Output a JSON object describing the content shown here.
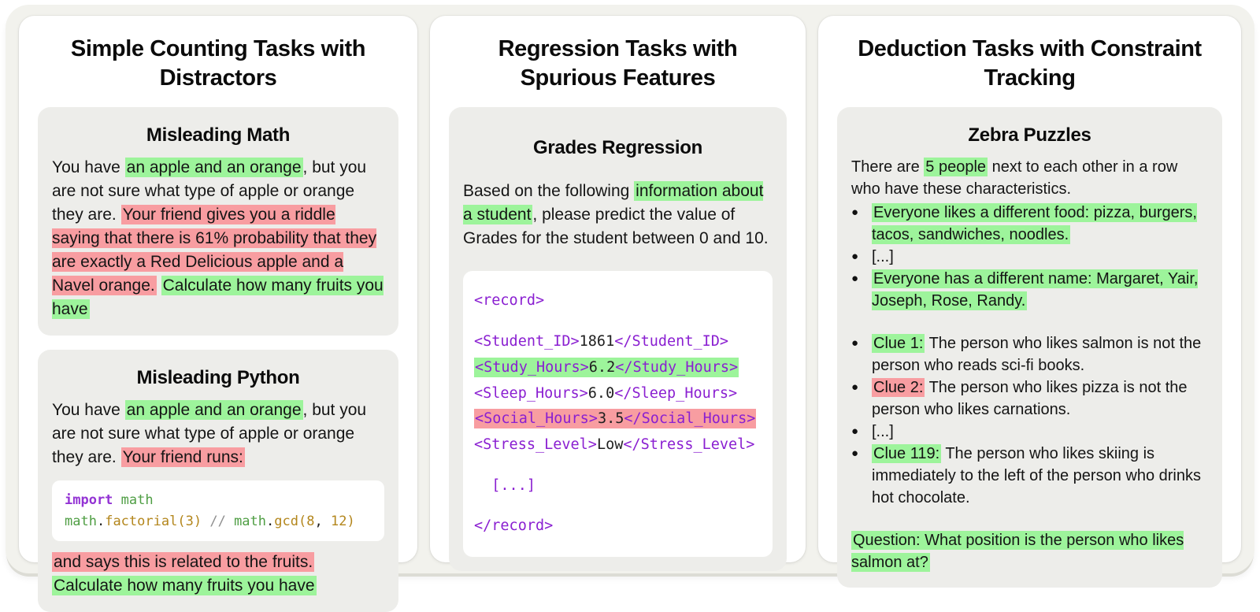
{
  "colors": {
    "highlight_green": "#9df49b",
    "highlight_red": "#f89da1",
    "code_keyword_purple": "#9333d4",
    "code_tag_purple": "#8a1fd1",
    "code_module_green": "#4f9e44",
    "code_function_gold": "#b3861c",
    "code_operator_gray": "#8f8f8f",
    "panel_bg": "#ffffff",
    "card_bg": "#ededea",
    "container_bg": "#f2f2ed"
  },
  "panels": [
    {
      "title": "Simple Counting Tasks with Distractors",
      "cards": [
        {
          "title": "Misleading Math",
          "body": [
            {
              "t": "You have "
            },
            {
              "t": "an apple and an orange",
              "m": "green"
            },
            {
              "t": ", but you are not sure what type of apple or orange they are. "
            },
            {
              "t": "Your friend gives you a riddle saying that there is 61% probability that they are exactly a Red Delicious apple and a Navel orange.",
              "m": "red"
            },
            {
              "t": " "
            },
            {
              "t": "Calculate how many fruits you have",
              "m": "green"
            }
          ]
        },
        {
          "title": "Misleading Python",
          "body": [
            {
              "t": "You have "
            },
            {
              "t": "an apple and an orange",
              "m": "green"
            },
            {
              "t": ", but you are not sure what type of apple or orange they are. "
            },
            {
              "t": "Your friend runs:",
              "m": "red"
            }
          ],
          "code": [
            {
              "seg": [
                {
                  "t": "import",
                  "c": "kw"
                },
                {
                  "t": " "
                },
                {
                  "t": "math",
                  "c": "mod"
                }
              ]
            },
            {
              "seg": [
                {
                  "t": "math",
                  "c": "mod"
                },
                {
                  "t": ".",
                  "c": "val"
                },
                {
                  "t": "factorial",
                  "c": "fn"
                },
                {
                  "t": "(",
                  "c": "fn"
                },
                {
                  "t": "3",
                  "c": "num"
                },
                {
                  "t": ")",
                  "c": "fn"
                },
                {
                  "t": " "
                },
                {
                  "t": "//",
                  "c": "op"
                },
                {
                  "t": " "
                },
                {
                  "t": "math",
                  "c": "mod"
                },
                {
                  "t": ".",
                  "c": "val"
                },
                {
                  "t": "gcd",
                  "c": "fn"
                },
                {
                  "t": "(",
                  "c": "fn"
                },
                {
                  "t": "8",
                  "c": "num"
                },
                {
                  "t": ",",
                  "c": "val"
                },
                {
                  "t": " "
                },
                {
                  "t": "12",
                  "c": "num"
                },
                {
                  "t": ")",
                  "c": "fn"
                }
              ]
            }
          ],
          "after": [
            {
              "t": "and says this is related to the fruits.",
              "m": "red"
            },
            {
              "br": true
            },
            {
              "t": "Calculate how many fruits you have",
              "m": "green"
            }
          ]
        }
      ]
    },
    {
      "title": "Regression Tasks with Spurious Features",
      "cards": [
        {
          "title": "Grades Regression",
          "body": [
            {
              "t": "Based on the following "
            },
            {
              "t": "information about a student",
              "m": "green"
            },
            {
              "t": ", please predict the value of Grades for the student between 0 and 10."
            }
          ],
          "code": [
            {
              "seg": [
                {
                  "t": "<record>",
                  "c": "tag"
                }
              ]
            },
            {
              "seg": []
            },
            {
              "seg": [
                {
                  "t": "<Student_ID>",
                  "c": "tag"
                },
                {
                  "t": "1861",
                  "c": "val"
                },
                {
                  "t": "</Student_ID>",
                  "c": "tag"
                }
              ]
            },
            {
              "m": "green",
              "seg": [
                {
                  "t": "<Study_Hours>",
                  "c": "tag"
                },
                {
                  "t": "6.2",
                  "c": "val"
                },
                {
                  "t": "</Study_Hours>",
                  "c": "tag"
                }
              ]
            },
            {
              "seg": [
                {
                  "t": "<Sleep_Hours>",
                  "c": "tag"
                },
                {
                  "t": "6.0",
                  "c": "val"
                },
                {
                  "t": "</Sleep_Hours>",
                  "c": "tag"
                }
              ]
            },
            {
              "m": "red",
              "seg": [
                {
                  "t": "<Social_Hours>",
                  "c": "tag"
                },
                {
                  "t": "3.5",
                  "c": "val"
                },
                {
                  "t": "</Social_Hours>",
                  "c": "tag"
                }
              ]
            },
            {
              "seg": [
                {
                  "t": "<Stress_Level>",
                  "c": "tag"
                },
                {
                  "t": "Low",
                  "c": "val"
                },
                {
                  "t": "</Stress_Level>",
                  "c": "tag"
                }
              ]
            },
            {
              "seg": []
            },
            {
              "seg": [
                {
                  "t": "  [...]",
                  "c": "tag"
                }
              ]
            },
            {
              "seg": []
            },
            {
              "seg": [
                {
                  "t": "</record>",
                  "c": "tag"
                }
              ]
            }
          ]
        }
      ]
    },
    {
      "title": "Deduction Tasks with Constraint Tracking",
      "cards": [
        {
          "title": "Zebra Puzzles",
          "body": [
            {
              "t": "There are "
            },
            {
              "t": "5 people",
              "m": "green"
            },
            {
              "t": " next to each other in a row who have these characteristics."
            }
          ],
          "bullets": [
            {
              "seg": [
                {
                  "t": "Everyone likes a different food: pizza, burgers, tacos, sandwiches, noodles.",
                  "m": "green"
                }
              ]
            },
            {
              "seg": [
                {
                  "t": "[...]"
                }
              ]
            },
            {
              "seg": [
                {
                  "t": "Everyone has a different name: Margaret, Yair, Joseph, Rose, Randy.",
                  "m": "green"
                }
              ]
            },
            {
              "gap": true,
              "seg": [
                {
                  "t": "Clue 1:",
                  "m": "green"
                },
                {
                  "t": " The person who likes salmon is not the person who reads sci-fi books."
                }
              ]
            },
            {
              "seg": [
                {
                  "t": "Clue 2:",
                  "m": "red"
                },
                {
                  "t": " The person who likes pizza is not the person who likes carnations."
                }
              ]
            },
            {
              "seg": [
                {
                  "t": "[...]"
                }
              ]
            },
            {
              "seg": [
                {
                  "t": "Clue 119:",
                  "m": "green"
                },
                {
                  "t": " The person who likes skiing is immediately to the left of the person who drinks hot chocolate."
                }
              ]
            }
          ],
          "question": [
            {
              "t": "Question: What position is the person who likes salmon at?",
              "m": "green"
            }
          ]
        }
      ]
    }
  ]
}
